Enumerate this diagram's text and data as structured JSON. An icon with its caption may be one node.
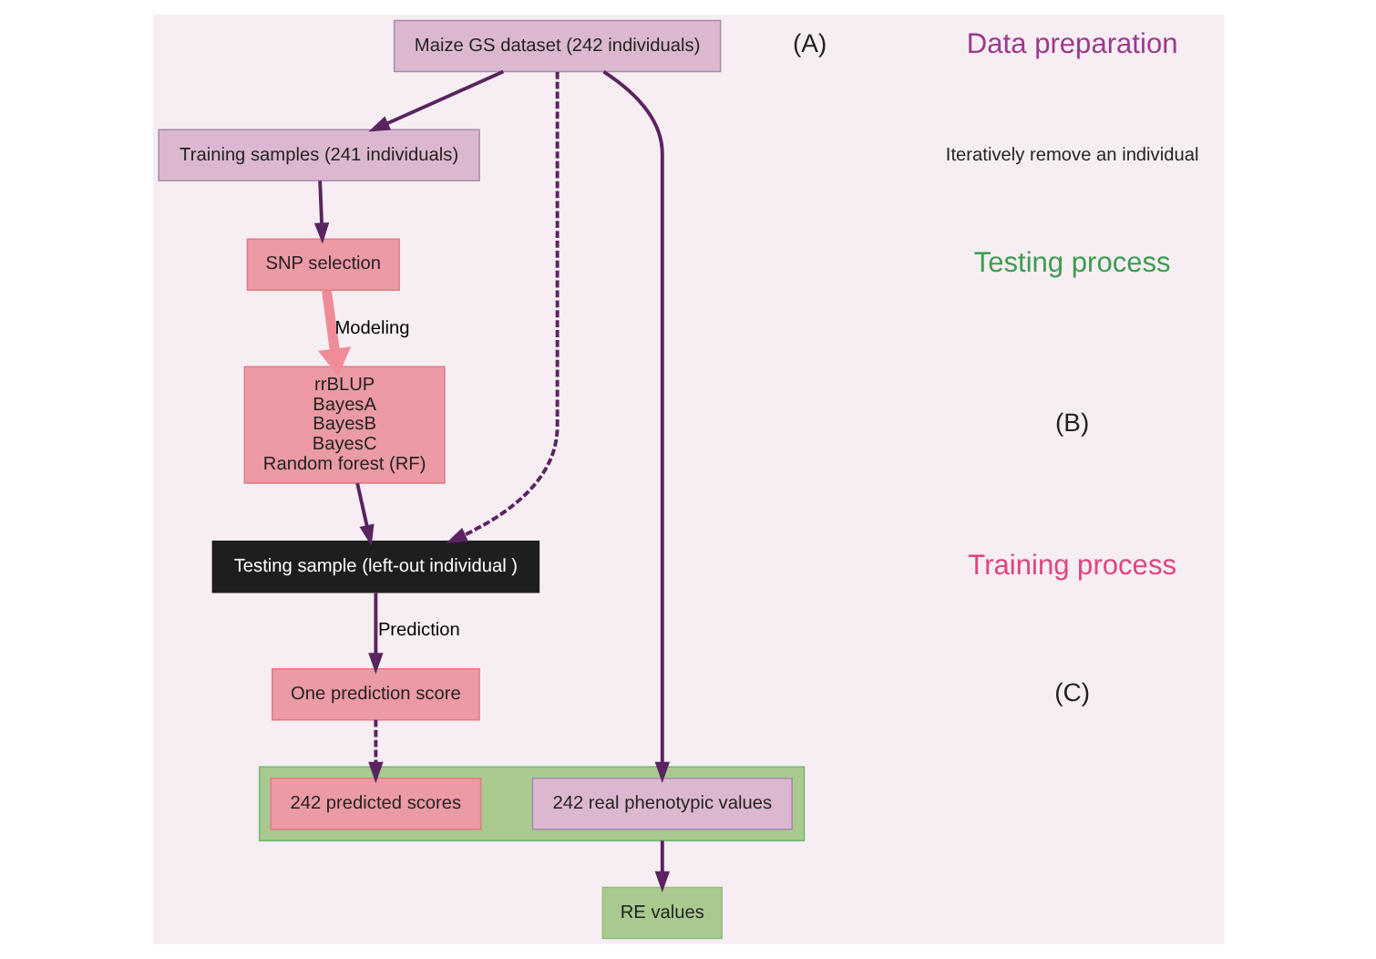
{
  "diagram": {
    "nodes": [
      {
        "text": [
          "Maize GS dataset (242 individuals)"
        ]
      },
      {
        "text": [
          "Training samples (241 individuals)"
        ]
      },
      {
        "text": [
          "Testing sample (left-out individual )"
        ]
      },
      {
        "text": [
          "SNP selection"
        ]
      },
      {
        "text": [
          "rrBLUP",
          "BayesA",
          "BayesB",
          "BayesC",
          "Random forest (RF)"
        ]
      },
      {
        "text": [],
        "shape": "box"
      },
      {
        "text": [
          "242 real phenotypic values"
        ],
        "in": 5
      },
      {
        "text": [
          "242 predicted scores"
        ],
        "in": 5
      },
      {
        "text": [
          "One prediction score"
        ]
      },
      {
        "text": [
          "RE values"
        ]
      }
    ],
    "edges": [
      {
        "from": 0,
        "to": 6,
        "arrow": "to"
      },
      {
        "from": 0,
        "to": 1,
        "arrow": "to"
      },
      {
        "from": 0,
        "to": 2,
        "arrow": "to",
        "style": "dashed"
      },
      {
        "from": 1,
        "to": 3,
        "arrow": "to"
      },
      {
        "from": 3,
        "to": 4,
        "arrow": "to",
        "label": "Modeling",
        "style": "thick",
        "color": "#f08c98"
      },
      {
        "from": 4,
        "to": 2,
        "arrow": "to"
      },
      {
        "from": 2,
        "to": 8,
        "arrow": "to",
        "label": "Prediction"
      },
      {
        "from": 8,
        "to": 7,
        "arrow": "to",
        "style": "dashed"
      },
      {
        "from": 5,
        "to": 9,
        "arrow": "to"
      }
    ],
    "labels": [
      "(A)",
      "Data preparation",
      "Iteratively remove an individual",
      "Testing process",
      "(B)",
      "Training process",
      "(C)"
    ]
  }
}
